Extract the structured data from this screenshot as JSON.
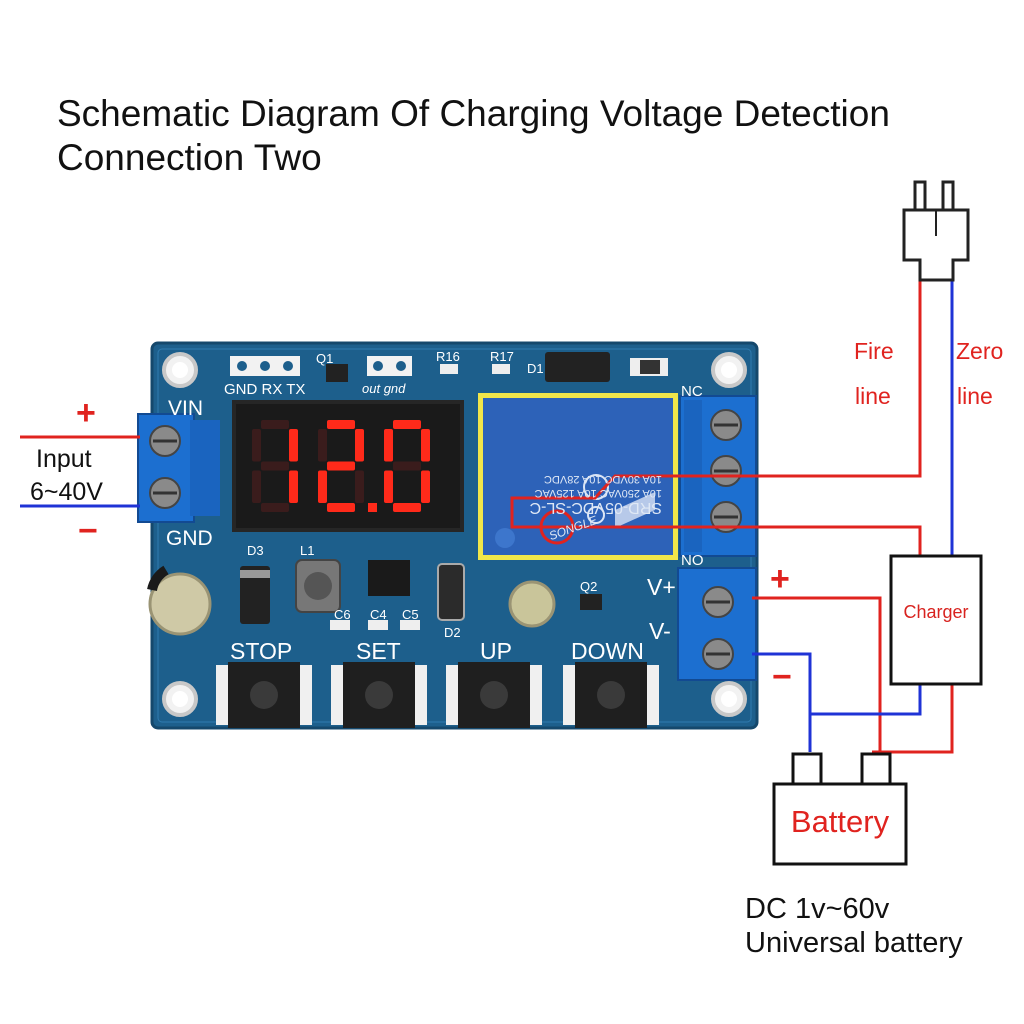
{
  "title": {
    "line1": "Schematic Diagram Of Charging Voltage Detection",
    "line2": "Connection Two"
  },
  "module": {
    "display_value": "12.0",
    "display_color": "#ff2a1a",
    "pcb_color": "#1d5f8c",
    "header_labels": [
      "GND",
      "RX",
      "TX"
    ],
    "out_labels": [
      "out",
      "gnd"
    ],
    "vin_label": "VIN",
    "gnd_label": "GND",
    "nc_label": "NC",
    "no_label": "NO",
    "vplus_label": "V+",
    "vminus_label": "V-",
    "relay_text": [
      "SRD-05VDC-SL-C",
      "10A 250VAC  10A 125VAC",
      "10A 30VDC  10A 28VDC"
    ],
    "relay_brand": "SONGLE",
    "buttons": [
      {
        "label": "STOP"
      },
      {
        "label": "SET"
      },
      {
        "label": "UP"
      },
      {
        "label": "DOWN"
      }
    ],
    "components": [
      "Q1",
      "R16",
      "R17",
      "D1",
      "D3",
      "L1",
      "C6",
      "C4",
      "C5",
      "D2",
      "Q2"
    ]
  },
  "input": {
    "plus": "+",
    "minus": "−",
    "label_line1": "Input",
    "label_line2": "6~40V"
  },
  "mains": {
    "fire_line": [
      "Fire",
      "line"
    ],
    "zero_line": [
      "Zero",
      "line"
    ]
  },
  "output": {
    "plus": "+",
    "minus": "−"
  },
  "charger": {
    "label": "Charger"
  },
  "battery": {
    "label": "Battery"
  },
  "footnote": {
    "line1": "DC 1v~60v",
    "line2": "Universal battery"
  },
  "colors": {
    "red_wire": "#e0231f",
    "blue_wire": "#1f33d6"
  }
}
